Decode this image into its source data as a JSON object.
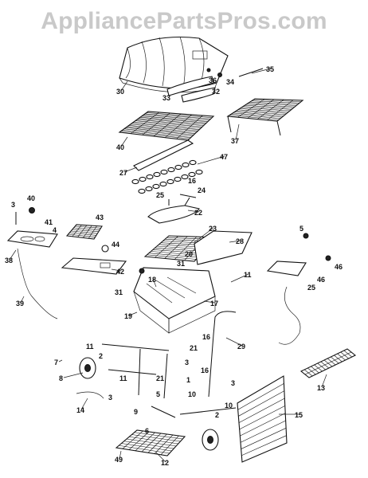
{
  "watermark": "AppliancePartsPros.com",
  "labels": [
    {
      "id": "30",
      "text": "30"
    },
    {
      "id": "33",
      "text": "33"
    },
    {
      "id": "36",
      "text": "36"
    },
    {
      "id": "34",
      "text": "34"
    },
    {
      "id": "35",
      "text": "35"
    },
    {
      "id": "32",
      "text": "32"
    },
    {
      "id": "40a",
      "text": "40"
    },
    {
      "id": "37",
      "text": "37"
    },
    {
      "id": "27",
      "text": "27"
    },
    {
      "id": "47",
      "text": "47"
    },
    {
      "id": "16a",
      "text": "16"
    },
    {
      "id": "25a",
      "text": "25"
    },
    {
      "id": "24",
      "text": "24"
    },
    {
      "id": "22",
      "text": "22"
    },
    {
      "id": "3a",
      "text": "3"
    },
    {
      "id": "40b",
      "text": "40"
    },
    {
      "id": "43",
      "text": "43"
    },
    {
      "id": "41",
      "text": "41"
    },
    {
      "id": "4a",
      "text": "4"
    },
    {
      "id": "38",
      "text": "38"
    },
    {
      "id": "44",
      "text": "44"
    },
    {
      "id": "42",
      "text": "42"
    },
    {
      "id": "23",
      "text": "23"
    },
    {
      "id": "28",
      "text": "28"
    },
    {
      "id": "5a",
      "text": "5"
    },
    {
      "id": "46a",
      "text": "46"
    },
    {
      "id": "46b",
      "text": "46"
    },
    {
      "id": "25b",
      "text": "25"
    },
    {
      "id": "20",
      "text": "20"
    },
    {
      "id": "31a",
      "text": "31"
    },
    {
      "id": "11a",
      "text": "11"
    },
    {
      "id": "18",
      "text": "18"
    },
    {
      "id": "17",
      "text": "17"
    },
    {
      "id": "39",
      "text": "39"
    },
    {
      "id": "31b",
      "text": "31"
    },
    {
      "id": "19",
      "text": "19"
    },
    {
      "id": "11b",
      "text": "11"
    },
    {
      "id": "16b",
      "text": "16"
    },
    {
      "id": "21a",
      "text": "21"
    },
    {
      "id": "29",
      "text": "29"
    },
    {
      "id": "3b",
      "text": "3"
    },
    {
      "id": "7",
      "text": "7"
    },
    {
      "id": "2a",
      "text": "2"
    },
    {
      "id": "11c",
      "text": "11"
    },
    {
      "id": "21b",
      "text": "21"
    },
    {
      "id": "16c",
      "text": "16"
    },
    {
      "id": "8",
      "text": "8"
    },
    {
      "id": "10a",
      "text": "10"
    },
    {
      "id": "3c",
      "text": "3"
    },
    {
      "id": "13",
      "text": "13"
    },
    {
      "id": "14",
      "text": "14"
    },
    {
      "id": "3d",
      "text": "3"
    },
    {
      "id": "5b",
      "text": "5"
    },
    {
      "id": "1",
      "text": "1"
    },
    {
      "id": "10b",
      "text": "10"
    },
    {
      "id": "15",
      "text": "15"
    },
    {
      "id": "9",
      "text": "9"
    },
    {
      "id": "2b",
      "text": "2"
    },
    {
      "id": "6",
      "text": "6"
    },
    {
      "id": "49",
      "text": "49"
    },
    {
      "id": "12",
      "text": "12"
    }
  ]
}
